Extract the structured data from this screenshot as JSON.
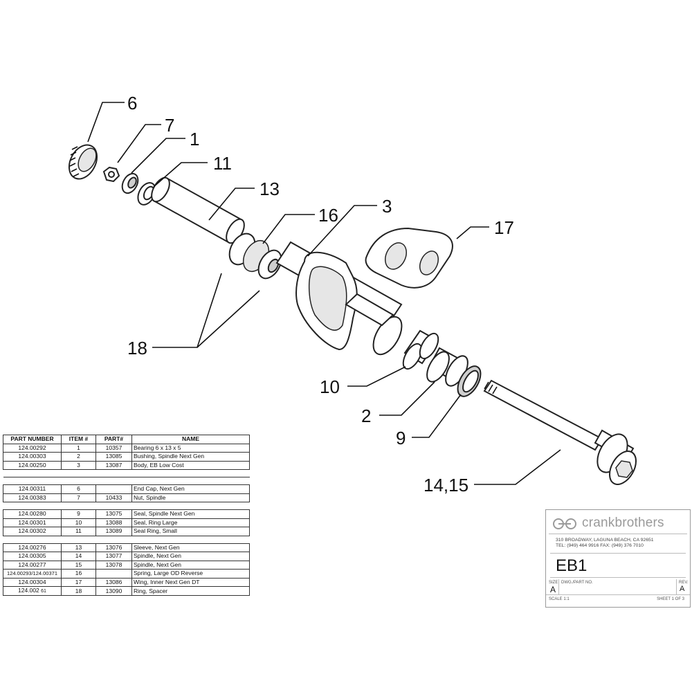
{
  "callouts": {
    "c6": "6",
    "c7": "7",
    "c1": "1",
    "c11": "11",
    "c13": "13",
    "c16": "16",
    "c3": "3",
    "c17": "17",
    "c18": "18",
    "c10": "10",
    "c2": "2",
    "c9": "9",
    "c1415": "14,15"
  },
  "table": {
    "headers": [
      "PART NUMBER",
      "ITEM #",
      "PART#",
      "NAME"
    ],
    "rows": [
      {
        "part_number": "124.00292",
        "item": "1",
        "part": "10357",
        "name": "Bearing 6 x 13 x 5"
      },
      {
        "part_number": "124.00303",
        "item": "2",
        "part": "13085",
        "name": "Bushing, Spindle Next Gen"
      },
      {
        "part_number": "124.00250",
        "item": "3",
        "part": "13087",
        "name": "Body, EB Low Cost"
      },
      {
        "part_number": "124.00311",
        "item": "6",
        "part": "",
        "name": "End Cap, Next Gen"
      },
      {
        "part_number": "124.00383",
        "item": "7",
        "part": "10433",
        "name": "Nut, Spindle"
      },
      {
        "part_number": "124.00280",
        "item": "9",
        "part": "13075",
        "name": "Seal, Spindle Next Gen"
      },
      {
        "part_number": "124.00301",
        "item": "10",
        "part": "13088",
        "name": "Seal, Ring Large"
      },
      {
        "part_number": "124.00302",
        "item": "11",
        "part": "13089",
        "name": "Seal Ring, Small"
      },
      {
        "part_number": "124.00276",
        "item": "13",
        "part": "13076",
        "name": "Sleeve, Next Gen"
      },
      {
        "part_number": "124.00305",
        "item": "14",
        "part": "13077",
        "name": "Spindle, Next Gen"
      },
      {
        "part_number": "124.00277",
        "item": "15",
        "part": "13078",
        "name": "Spindle, Next Gen"
      },
      {
        "part_number": "124.00293/124.00371",
        "item": "16",
        "part": "",
        "name": "Spring, Large OD Reverse"
      },
      {
        "part_number": "124.00304",
        "item": "17",
        "part": "13086",
        "name": "Wing, Inner Next Gen DT"
      },
      {
        "part_number": "124.002",
        "item": "18",
        "part": "13090",
        "name": "Ring, Spacer",
        "stray_mark": "61"
      }
    ]
  },
  "title_block": {
    "brand": "crankbrothers",
    "address_line1": "310 BROADWAY, LAGUNA BEACH, CA 92651",
    "address_line2": "TEL: (949) 464 9916  FAX: (949) 376 7010",
    "title": "EB1",
    "size_label": "SIZE",
    "size": "A",
    "dwg_label": "DWG./PART NO.",
    "rev_label": "REV.",
    "rev": "A",
    "scale": "SCALE 1:1",
    "sheet": "SHEET 1 OF 3"
  },
  "colors": {
    "line": "#111111",
    "marker": "#2e8b3a",
    "brand_gray": "#9a9a9a"
  }
}
